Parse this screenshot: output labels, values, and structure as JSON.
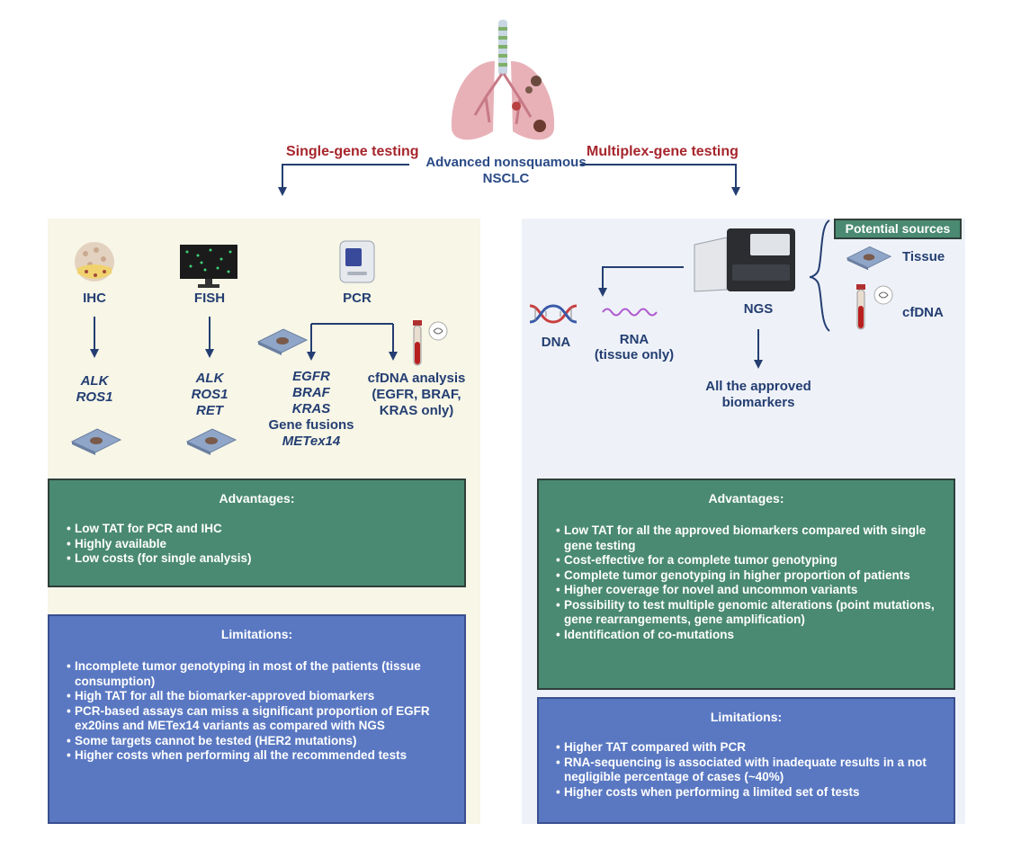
{
  "header": {
    "center_title": "Advanced nonsquamous NSCLC",
    "left_branch": "Single-gene testing",
    "right_branch": "Multiplex-gene testing"
  },
  "left": {
    "ihc": {
      "label": "IHC",
      "genes": [
        "ALK",
        "ROS1"
      ]
    },
    "fish": {
      "label": "FISH",
      "genes": [
        "ALK",
        "ROS1",
        "RET"
      ]
    },
    "pcr": {
      "label": "PCR",
      "tissue_genes": [
        "EGFR",
        "BRAF",
        "KRAS",
        "Gene fusions",
        "METex14"
      ],
      "cfdna_lines": [
        "cfDNA analysis",
        "(EGFR, BRAF,",
        "KRAS only)"
      ]
    },
    "advantages": {
      "title": "Advantages:",
      "items": [
        "Low TAT for PCR and IHC",
        "Highly available",
        "Low costs (for single analysis)"
      ]
    },
    "limitations": {
      "title": "Limitations:",
      "items": [
        "Incomplete tumor genotyping in most of the patients (tissue consumption)",
        "High TAT for all the biomarker-approved biomarkers",
        "PCR-based assays can miss a significant proportion of EGFR ex20ins and METex14 variants as compared with NGS",
        "Some targets cannot be tested (HER2 mutations)",
        "Higher costs when performing all the recommended tests"
      ]
    }
  },
  "right": {
    "sources_title": "Potential sources",
    "sources": [
      "Tissue",
      "cfDNA"
    ],
    "ngs_label": "NGS",
    "dna_label": "DNA",
    "rna_label": "RNA",
    "rna_note": "(tissue only)",
    "result_lines": [
      "All the approved",
      "biomarkers"
    ],
    "advantages": {
      "title": "Advantages:",
      "items": [
        "Low TAT for all the approved biomarkers compared with single gene testing",
        "Cost-effective for a complete tumor genotyping",
        "Complete tumor genotyping in higher proportion of patients",
        "Higher coverage for novel and uncommon variants",
        "Possibility to test multiple genomic alterations (point mutations, gene rearrangements, gene amplification)",
        "Identification of co-mutations"
      ]
    },
    "limitations": {
      "title": "Limitations:",
      "items": [
        "Higher TAT compared with PCR",
        "RNA-sequencing is associated with inadequate results in a not negligible percentage of cases (~40%)",
        "Higher costs when performing a limited set of tests"
      ]
    }
  },
  "colors": {
    "advantage": "#4a8a72",
    "limitation": "#5a78c2",
    "header_red": "#a6262c",
    "label_blue": "#243e72"
  }
}
